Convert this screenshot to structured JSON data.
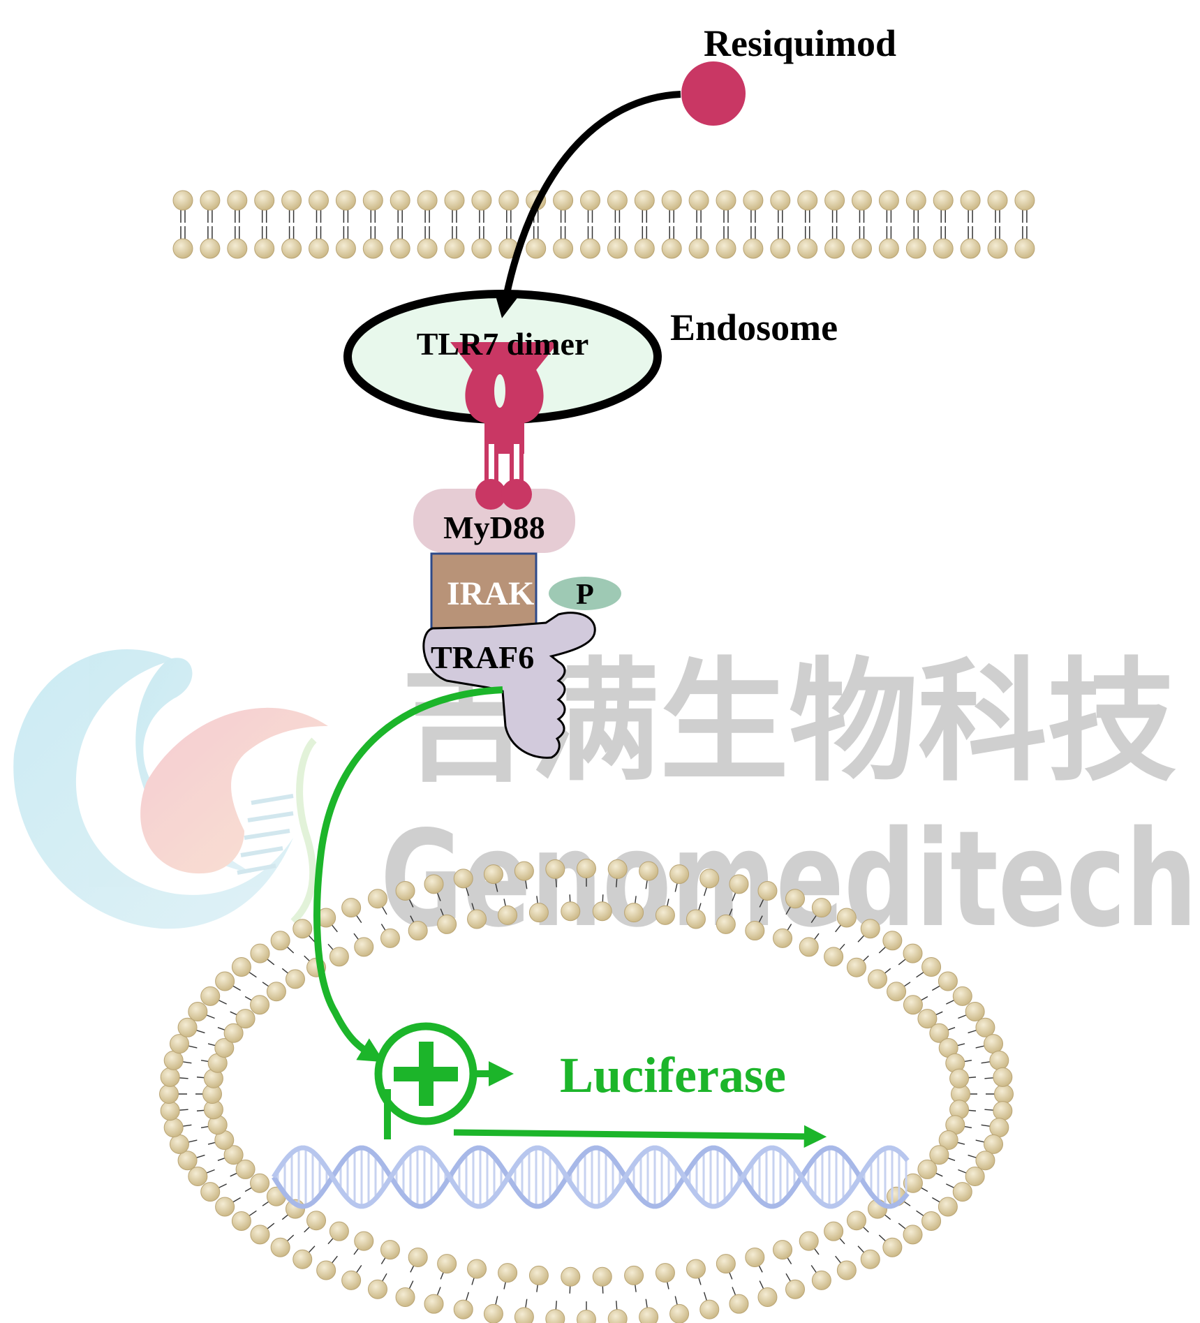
{
  "labels": {
    "ligand": "Resiquimod",
    "organelle": "Endosome",
    "receptor": "TLR7 dimer",
    "adaptor": "MyD88",
    "kinase": "IRAK",
    "phospho": "P",
    "traf": "TRAF6",
    "reporter": "Luciferase"
  },
  "watermark": {
    "chinese": "吉满生物科技",
    "english": "Genomeditech"
  },
  "colors": {
    "ligand": "#c93764",
    "receptor": "#c93764",
    "lipid_head": "#dccca0",
    "endosome_fill": "#e8f8ec",
    "myd88": "#e6ccd4",
    "irak": "#b89378",
    "phospho": "#9ec9b4",
    "traf6": "#d2cadc",
    "signal": "#1cb52a",
    "dna": "#a7b8e8",
    "watermark_text": "#cfcfcf"
  },
  "icons": {
    "activation": "plus-in-circle-icon",
    "ligand": "ligand-sphere-icon",
    "membrane": "lipid-bilayer-icon",
    "dna": "dna-double-helix-icon",
    "logo": "company-logo-icon"
  }
}
